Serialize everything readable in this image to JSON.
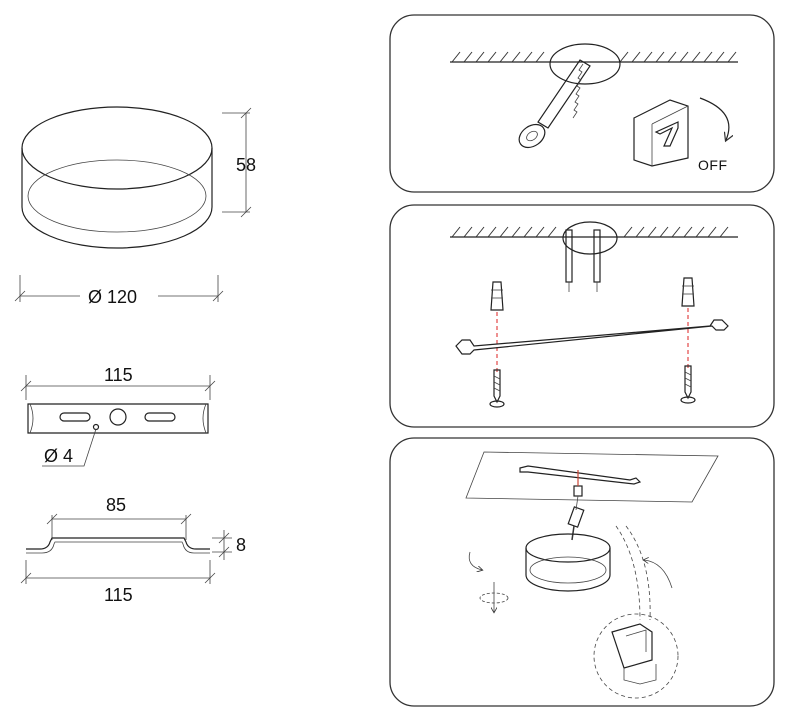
{
  "dimensions": {
    "height_label": "58",
    "diameter_label": "Ø 120",
    "plate_length_top": "115",
    "hole_label": "Ø 4",
    "bracket_inner": "85",
    "bracket_height": "8",
    "bracket_length_bottom": "115"
  },
  "steps": {
    "step1_off_label": "OFF"
  }
}
